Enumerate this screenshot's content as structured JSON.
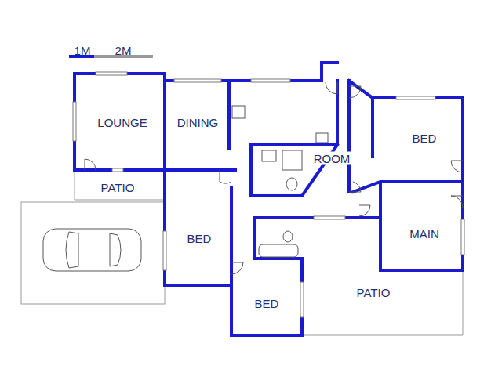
{
  "diagram": {
    "labels": [
      "1M",
      "2M",
      "LOUNGE",
      "DINING",
      "ROOM",
      "BED",
      "MAIN",
      "PATIO",
      "BED",
      "BED",
      "PATIO"
    ]
  }
}
